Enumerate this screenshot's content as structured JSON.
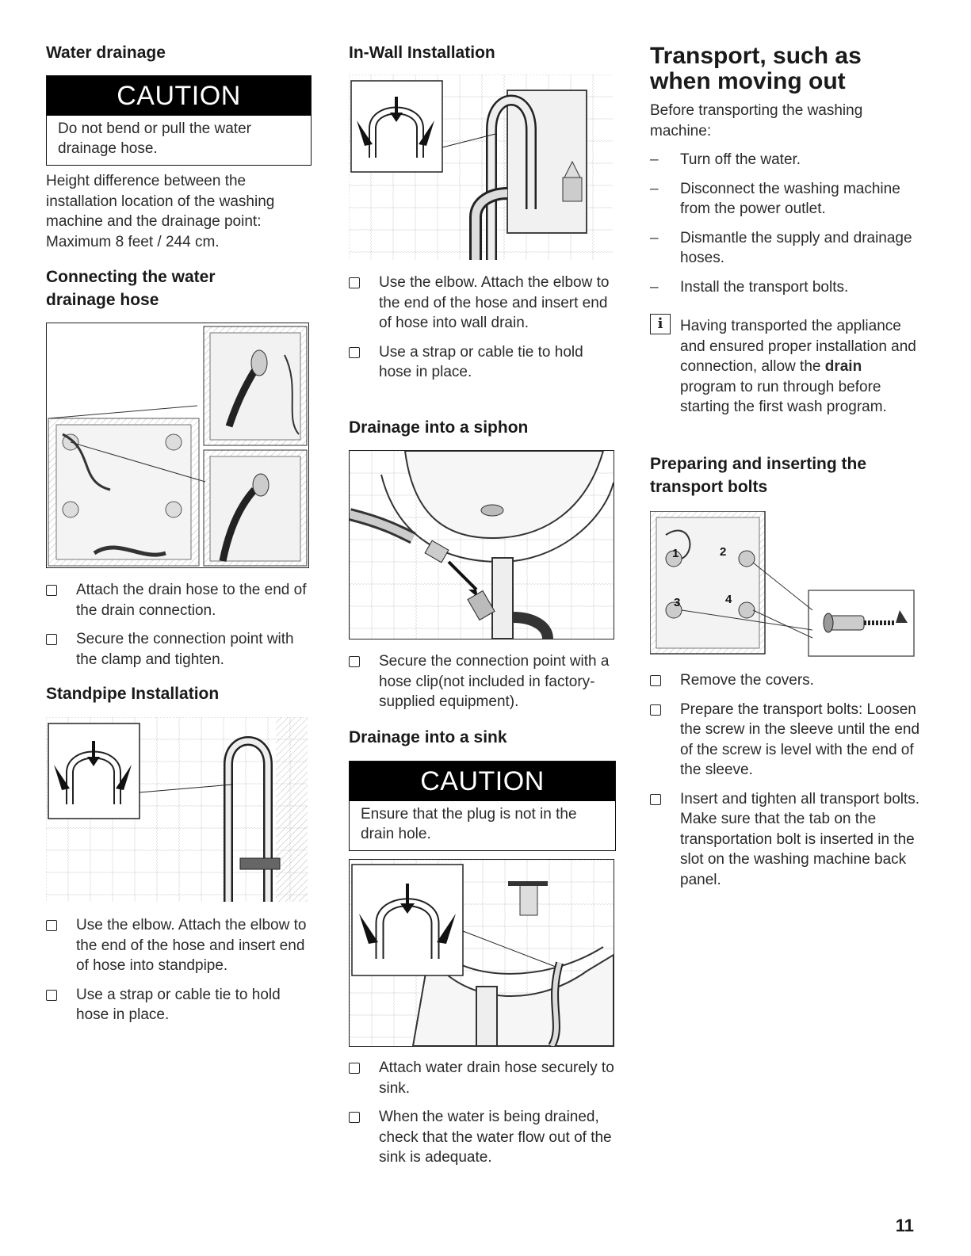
{
  "col1": {
    "water_drainage_title": "Water drainage",
    "caution1": {
      "label": "CAUTION",
      "text": "Do not bend or pull the water drainage hose."
    },
    "height_text": "Height difference between the installation location of the washing machine and the drainage point: Maximum 8 feet / 244 cm.",
    "connecting_title": "Connecting the water drainage hose",
    "connecting_steps": [
      "Attach the drain hose to the end of the drain connection.",
      "Secure the connection point with the clamp and tighten."
    ],
    "standpipe_title": "Standpipe Installation",
    "standpipe_steps": [
      "Use the elbow. Attach the elbow to the end of the hose and insert end of hose into standpipe.",
      "Use a strap or cable tie to hold hose in place."
    ]
  },
  "col2": {
    "inwall_title": "In-Wall Installation",
    "inwall_steps": [
      "Use the elbow. Attach the elbow to the end of the hose and insert end of hose into wall drain.",
      "Use a strap or cable tie to hold hose in place."
    ],
    "siphon_title": "Drainage into a siphon",
    "siphon_steps": [
      "Secure the connection point with a hose clip(not included in factory-supplied equipment)."
    ],
    "sink_title": "Drainage into a sink",
    "caution2": {
      "label": "CAUTION",
      "text": "Ensure that the plug is not in the drain hole."
    },
    "sink_steps": [
      "Attach water drain hose securely to sink.",
      "When the water is being drained, check that the water flow out of the sink is adequate."
    ]
  },
  "col3": {
    "transport_title_line1": "Transport, such as",
    "transport_title_line2": "when moving out",
    "transport_intro": "Before transporting the washing machine:",
    "transport_steps": [
      "Turn off the water.",
      "Disconnect the washing machine from the power outlet.",
      "Dismantle the supply and drainage hoses.",
      "Install the transport bolts."
    ],
    "info_icon": "i",
    "info_text_before": "Having transported the appliance and ensured proper installation and connection, allow the ",
    "info_text_bold": "drain",
    "info_text_after": " program to run through before starting the first wash program.",
    "bolts_title": "Preparing and inserting the transport bolts",
    "bolt_labels": [
      "1",
      "2",
      "3",
      "4"
    ],
    "bolts_steps": [
      "Remove the covers.",
      "Prepare the transport bolts: Loosen the screw in the sleeve until the end of the screw is level with the end of the sleeve.",
      "Insert and tighten all transport bolts. Make sure that the tab on the transportation bolt is inserted in the slot on the washing machine back panel."
    ]
  },
  "page_number": "11"
}
